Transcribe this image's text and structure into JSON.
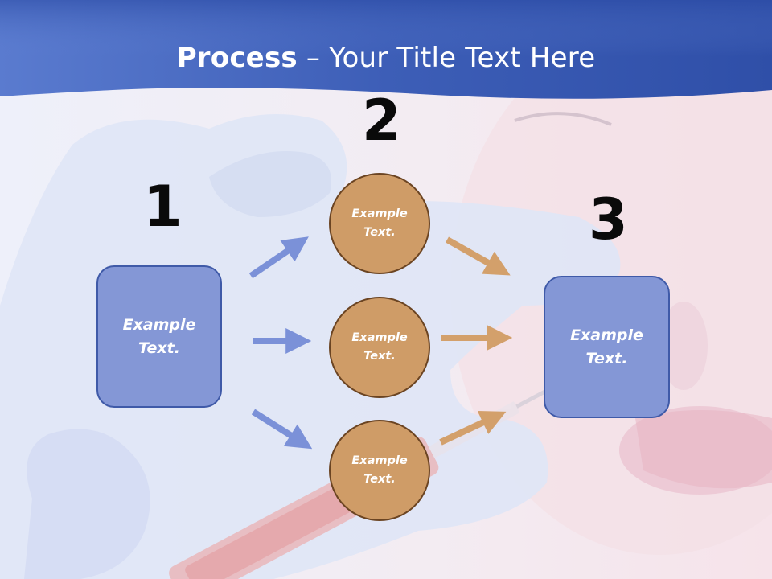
{
  "title": {
    "bold": "Process",
    "rest": " – Your Title Text Here"
  },
  "steps": {
    "one": {
      "number": "1",
      "line1": "Example",
      "line2": "Text."
    },
    "two": {
      "number": "2"
    },
    "three": {
      "number": "3",
      "line1": "Example",
      "line2": "Text."
    }
  },
  "circles": [
    {
      "line1": "Example",
      "line2": "Text."
    },
    {
      "line1": "Example",
      "line2": "Text."
    },
    {
      "line1": "Example",
      "line2": "Text."
    }
  ],
  "colors": {
    "banner": "#3a5bb0",
    "box": "#8497d6",
    "circle": "#cf9c67",
    "arrow_blue": "#7b91d8",
    "arrow_orange": "#d3a06b"
  }
}
